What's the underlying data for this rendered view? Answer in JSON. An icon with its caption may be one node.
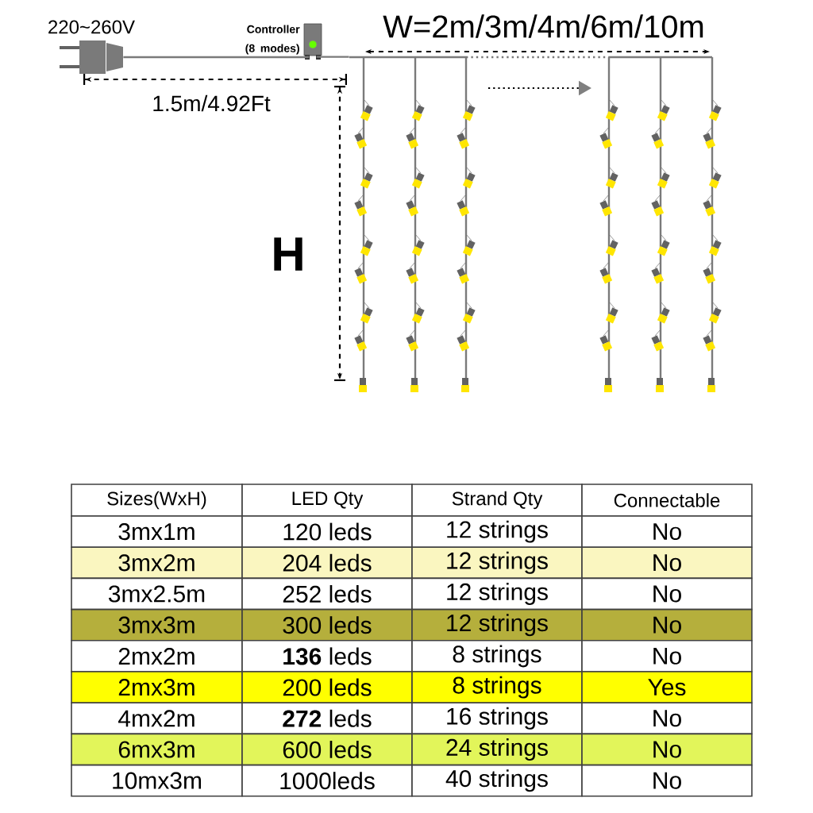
{
  "diagram": {
    "nodes": [
      {
        "text": [],
        "shape": "picture"
      },
      {
        "text": [],
        "shape": "box",
        "beside": [
          "Controller (8 modes)"
        ]
      },
      {
        "text": [],
        "shape": "picture"
      }
    ],
    "edges": [
      {
        "from": 0,
        "to": 1,
        "arrow": "none"
      },
      {
        "from": 1,
        "to": 2,
        "arrow": "none"
      }
    ],
    "labels": [
      "220~260V",
      "W=2m/3m/4m/6m/10m",
      "1.5m/4.92Ft",
      "H",
      "Sizes(WxH)",
      "LED Qty",
      "Strand Qty",
      "Connectable",
      "3mx1m",
      "120 leds",
      "12 strings",
      "No",
      "3mx2m",
      "204 leds",
      "12 strings",
      "No",
      "3mx2.5m",
      "252 leds",
      "12 strings",
      "No",
      "3mx3m",
      "300 leds",
      "12 strings",
      "No",
      "2mx2m",
      "**136** leds",
      "8 strings",
      "No",
      "2mx3m",
      "200 leds",
      "8 strings",
      "Yes",
      "4mx2m",
      "**272** leds",
      "16 strings",
      "No",
      "6mx3m",
      "600 leds",
      "24 strings",
      "No",
      "10mx3m",
      "1000leds",
      "40 strings",
      "No"
    ]
  }
}
